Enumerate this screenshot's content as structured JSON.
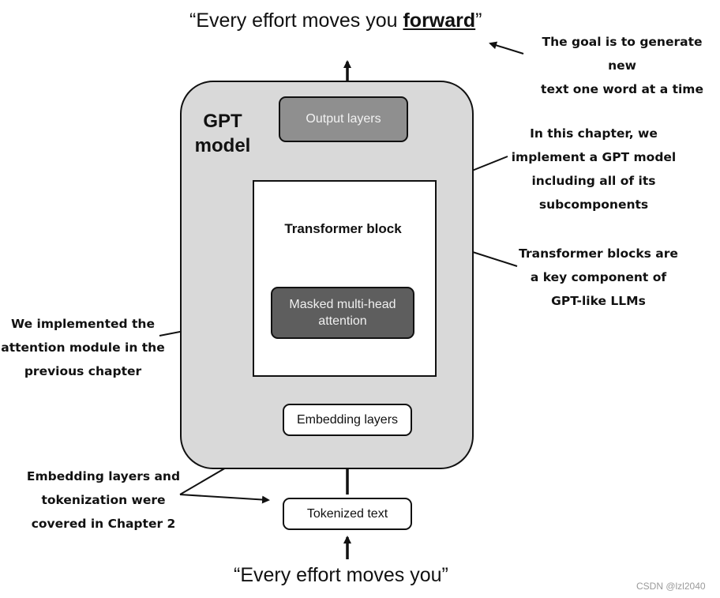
{
  "output_quote": {
    "prefix": "“Every effort moves you ",
    "emphasis": "forward",
    "suffix": "”"
  },
  "input_quote": "“Every effort moves you”",
  "gpt_model_label": "GPT\nmodel",
  "blocks": {
    "output_layers": "Output layers",
    "transformer_block": "Transformer block",
    "masked_attention": "Masked multi-head\nattention",
    "embedding_layers": "Embedding layers",
    "tokenized_text": "Tokenized text"
  },
  "annotations": {
    "goal": "The goal is to generate new\ntext one word at a time",
    "chapter_gpt": "In this chapter, we\nimplement a GPT model\nincluding all of its\nsubcomponents",
    "transformer_note": "Transformer blocks are\na key component of\nGPT-like LLMs",
    "attention_note": "We implemented the\nattention module in the\nprevious chapter",
    "embedding_note": "Embedding layers and\ntokenization were\ncovered in Chapter 2"
  },
  "watermark": "CSDN @lzl2040",
  "colors": {
    "container_fill": "#d9d9d9",
    "output_fill": "#8f8f8f",
    "attention_fill": "#5e5e5e",
    "outline": "#111111"
  }
}
